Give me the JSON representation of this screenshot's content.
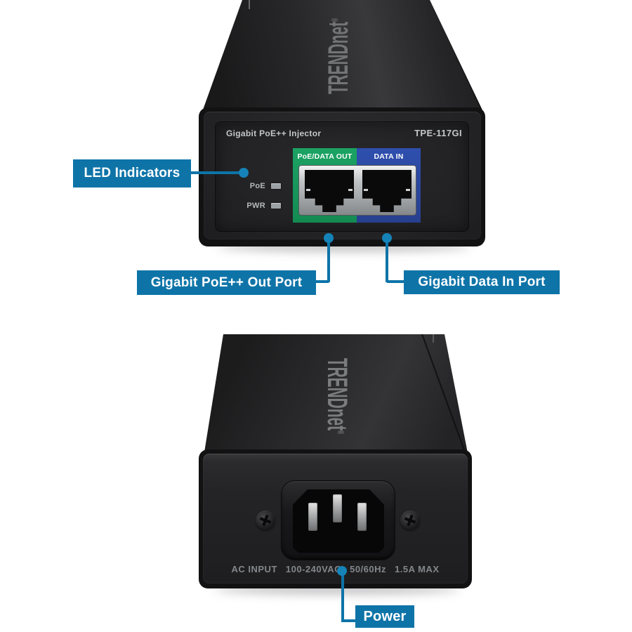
{
  "colors": {
    "callout_blue": "#0e74a8",
    "dot_blue": "#1583b8",
    "port_green": "#179a5d",
    "port_blue": "#2b49a0"
  },
  "top_device": {
    "logo": "TRENDnet",
    "logo_mark": "®",
    "panel_title": "Gigabit PoE++ Injector",
    "model": "TPE-117GI",
    "port_out_label": "PoE/DATA OUT",
    "port_in_label": "DATA IN",
    "led_poe": "PoE",
    "led_pwr": "PWR"
  },
  "bottom_device": {
    "logo": "TRENDnet",
    "logo_mark": "®",
    "power_segments": [
      "AC INPUT",
      "100-240VAC",
      "50/60Hz",
      "1.5A MAX"
    ]
  },
  "callouts": {
    "led": "LED Indicators",
    "poe_out": "Gigabit PoE++ Out Port",
    "data_in": "Gigabit Data In Port",
    "power": "Power"
  }
}
